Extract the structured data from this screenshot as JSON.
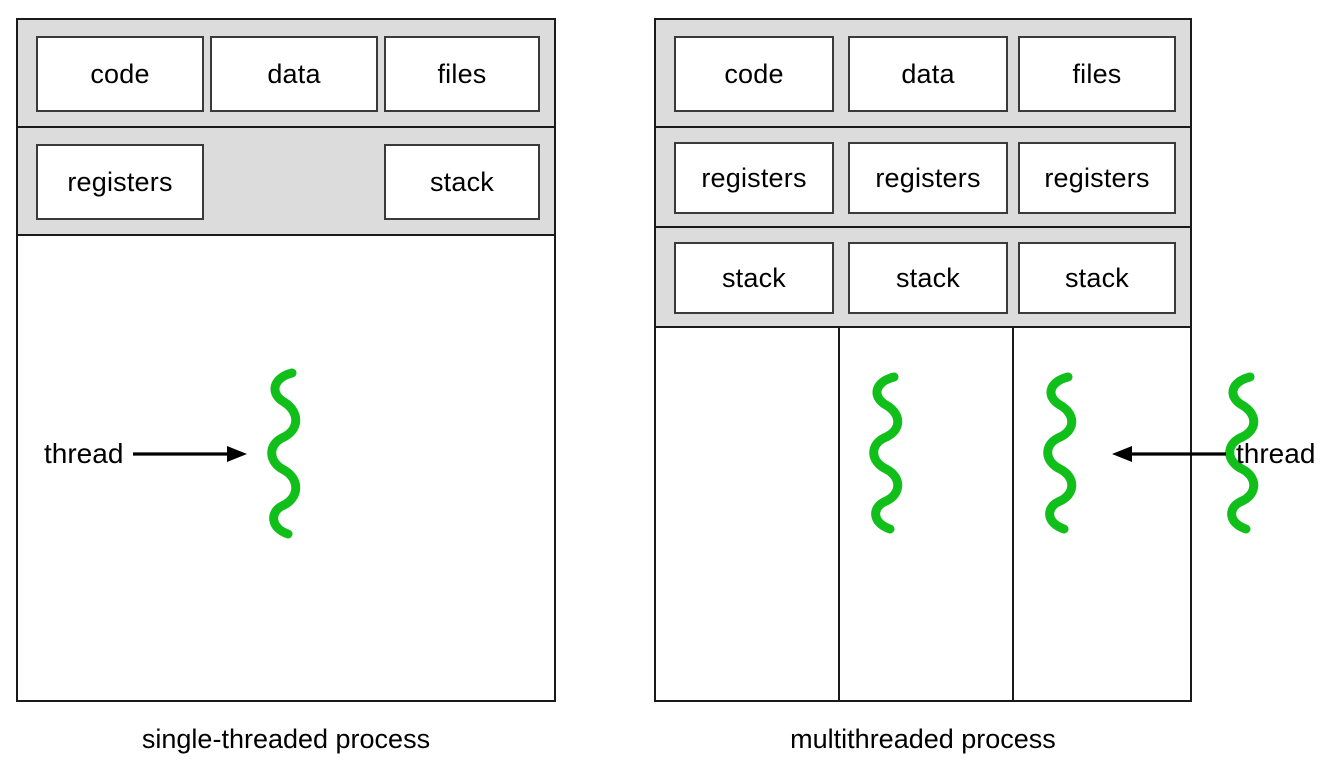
{
  "diagram": {
    "title": "single-threaded versus multithreaded process",
    "colors": {
      "band_fill": "#dcdcdc",
      "cell_fill": "#ffffff",
      "border": "#1a1a1a",
      "cell_border": "#3a3a3a",
      "thread_green": "#11bf1b",
      "arrow_black": "#000000"
    }
  },
  "single_threaded": {
    "caption": "single-threaded process",
    "shared_row": {
      "cells": [
        {
          "label": "code"
        },
        {
          "label": "data"
        },
        {
          "label": "files"
        }
      ]
    },
    "thread_row": {
      "cells": [
        {
          "label": "registers"
        },
        {
          "label": "stack"
        }
      ]
    },
    "annotation": {
      "label": "thread",
      "direction": "right",
      "icon": "arrow-right-icon"
    },
    "threads": [
      {
        "name": "thread-squiggle-1"
      }
    ]
  },
  "multithreaded": {
    "caption": "multithreaded process",
    "shared_row": {
      "cells": [
        {
          "label": "code"
        },
        {
          "label": "data"
        },
        {
          "label": "files"
        }
      ]
    },
    "registers_row": {
      "cells": [
        {
          "label": "registers"
        },
        {
          "label": "registers"
        },
        {
          "label": "registers"
        }
      ]
    },
    "stack_row": {
      "cells": [
        {
          "label": "stack"
        },
        {
          "label": "stack"
        },
        {
          "label": "stack"
        }
      ]
    },
    "annotation": {
      "label": "thread",
      "direction": "left",
      "icon": "arrow-left-icon"
    },
    "threads": [
      {
        "name": "thread-squiggle-1"
      },
      {
        "name": "thread-squiggle-2"
      },
      {
        "name": "thread-squiggle-3"
      }
    ]
  }
}
